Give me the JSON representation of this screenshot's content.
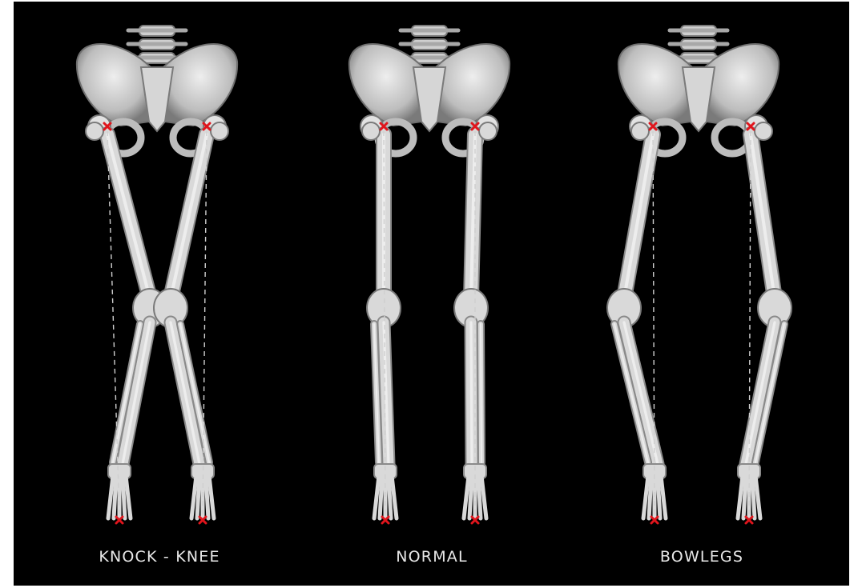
{
  "panels": [
    {
      "label": "KNOCK - KNEE",
      "alignment": "knock-knee"
    },
    {
      "label": "NORMAL",
      "alignment": "normal"
    },
    {
      "label": "BOWLEGS",
      "alignment": "bowlegs"
    }
  ],
  "colors": {
    "background": "#000000",
    "bone": "#d9d9d9",
    "marker": "#e0151c",
    "guide_line": "#cfcfcf",
    "caption": "#e8e8e8"
  },
  "icons": {
    "marker": "x-marker-icon"
  }
}
